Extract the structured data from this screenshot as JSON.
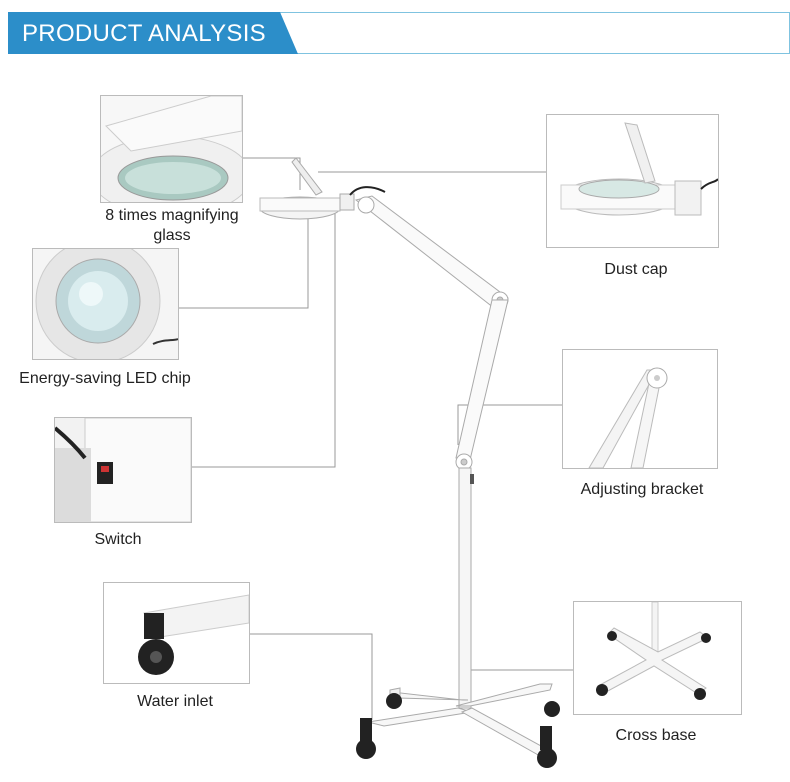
{
  "header": {
    "title": "PRODUCT ANALYSIS"
  },
  "features": {
    "magnifier": {
      "label": "8 times magnifying glass"
    },
    "led": {
      "label": "Energy-saving LED chip"
    },
    "switch": {
      "label": "Switch"
    },
    "wheel": {
      "label": "Water inlet"
    },
    "dustcap": {
      "label": "Dust cap"
    },
    "bracket": {
      "label": "Adjusting bracket"
    },
    "base": {
      "label": "Cross base"
    }
  }
}
